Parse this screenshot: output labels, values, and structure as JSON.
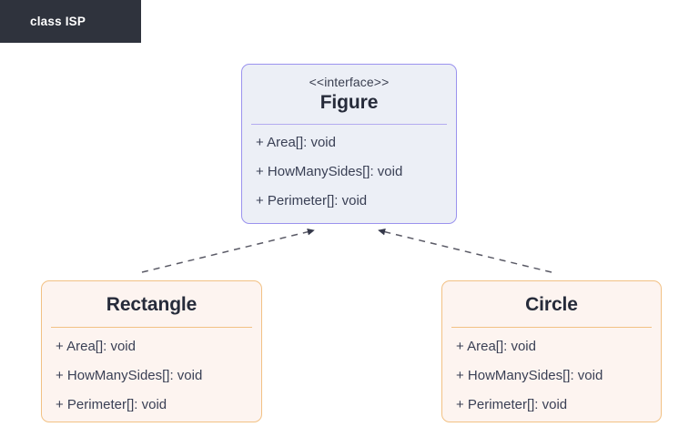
{
  "header": {
    "title": "class ISP",
    "background_color": "#2f333d",
    "text_color": "#ffffff"
  },
  "diagram": {
    "type": "uml-class-diagram",
    "background_color": "#ffffff",
    "nodes": [
      {
        "id": "figure",
        "stereotype": "<<interface>>",
        "title": "Figure",
        "members": [
          "+ Area[]: void",
          "+ HowManySides[]: void",
          "+ Perimeter[]: void"
        ],
        "fill_color": "#eceff6",
        "border_color": "#9b93ee",
        "divider_color": "#b3abf0"
      },
      {
        "id": "rectangle",
        "stereotype": "",
        "title": "Rectangle",
        "members": [
          "+ Area[]: void",
          "+ HowManySides[]: void",
          "+ Perimeter[]: void"
        ],
        "fill_color": "#fdf4f0",
        "border_color": "#f2c184",
        "divider_color": "#f2c184"
      },
      {
        "id": "circle",
        "stereotype": "",
        "title": "Circle",
        "members": [
          "+ Area[]: void",
          "+ HowManySides[]: void",
          "+ Perimeter[]: void"
        ],
        "fill_color": "#fdf4f0",
        "border_color": "#f2c184",
        "divider_color": "#f2c184"
      }
    ],
    "edges": [
      {
        "id": "rectangle-implements-figure",
        "from": "rectangle",
        "to": "figure",
        "relation": "realization",
        "line_style": "dashed",
        "arrowhead": "solid-triangle",
        "color": "#4a4a55"
      },
      {
        "id": "circle-implements-figure",
        "from": "circle",
        "to": "figure",
        "relation": "realization",
        "line_style": "dashed",
        "arrowhead": "solid-triangle",
        "color": "#4a4a55"
      }
    ]
  }
}
